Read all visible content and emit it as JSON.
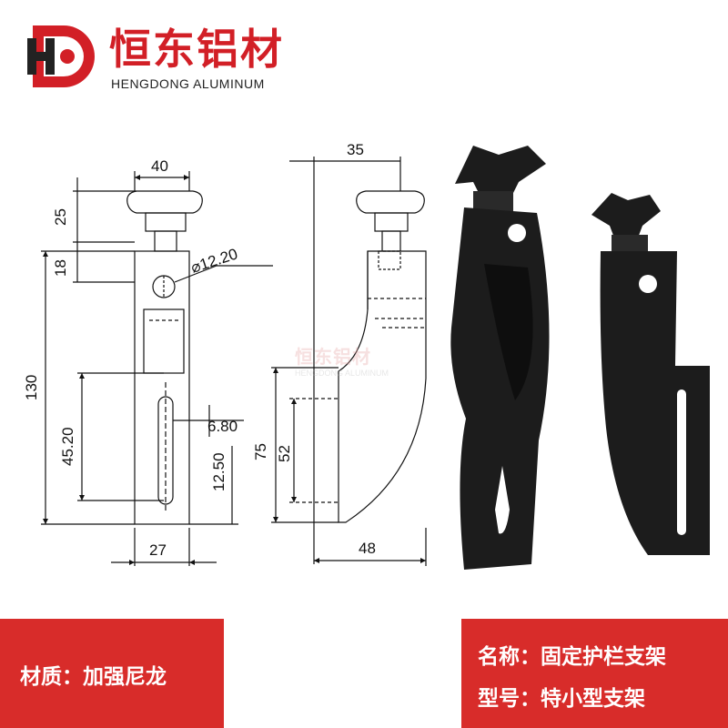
{
  "brand": {
    "logo_letters": "HD",
    "name_cn": "恒东铝材",
    "name_en": "HENGDONG ALUMINUM",
    "color": "#d21f26"
  },
  "watermark": {
    "name_cn": "恒东铝材",
    "name_en": "HENGDONG ALUMINUM"
  },
  "front_view": {
    "dims": {
      "width_top": "40",
      "knob_height": "25",
      "neck_height": "18",
      "hole_diameter": "12.20",
      "total_height": "130",
      "slot_height": "45.20",
      "slot_width": "6.80",
      "bottom_offset": "12.50",
      "base_width": "27"
    }
  },
  "side_view": {
    "dims": {
      "top_width": "35",
      "curve_height": "75",
      "inner_height": "52",
      "base_length": "48"
    }
  },
  "info": {
    "material": "材质：加强尼龙",
    "name": "名称：固定护栏支架",
    "model": "型号：特小型支架"
  },
  "colors": {
    "accent": "#d82c2a",
    "line": "#111111",
    "part": "#1c1c1c"
  }
}
